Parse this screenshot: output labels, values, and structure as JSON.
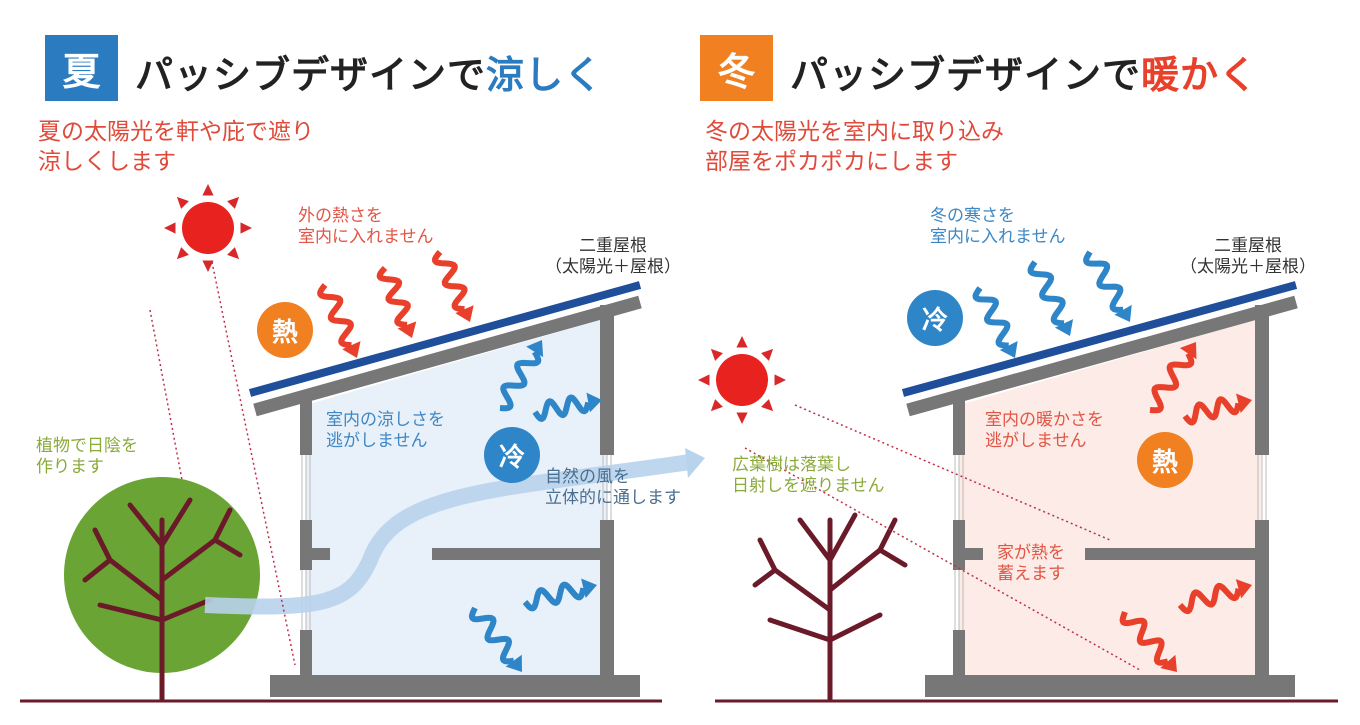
{
  "colors": {
    "summer": "#2b7bc0",
    "winter": "#f08020",
    "heat": "#e8402a",
    "cool": "#2e86c8",
    "roof": "#1f4e9a",
    "wall": "#777777",
    "ground": "#6b1a2a",
    "tree": "#6aa434"
  },
  "summer": {
    "badge": "夏",
    "title_main": "パッシブデザインで",
    "title_accent": "涼しく",
    "subtitle": [
      "夏の太陽光を軒や庇で遮り",
      "涼しくします"
    ],
    "label_outside_heat": [
      "外の熱さを",
      "室内に入れません"
    ],
    "label_roof": [
      "二重屋根",
      "（太陽光＋屋根）"
    ],
    "label_inside": [
      "室内の涼しさを",
      "逃がしません"
    ],
    "label_plant": [
      "植物で日陰を",
      "作ります"
    ],
    "label_wind": [
      "自然の風を",
      "立体的に通します"
    ],
    "heat_circle": "熱",
    "cool_circle": "冷"
  },
  "winter": {
    "badge": "冬",
    "title_main": "パッシブデザインで",
    "title_accent": "暖かく",
    "subtitle": [
      "冬の太陽光を室内に取り込み",
      "部屋をポカポカにします"
    ],
    "label_outside_cold": [
      "冬の寒さを",
      "室内に入れません"
    ],
    "label_roof": [
      "二重屋根",
      "（太陽光＋屋根）"
    ],
    "label_inside": [
      "室内の暖かさを",
      "逃がしません"
    ],
    "label_tree": [
      "広葉樹は落葉し",
      "日射しを遮りません"
    ],
    "label_storage": [
      "家が熱を",
      "蓄えます"
    ],
    "heat_circle": "熱",
    "cool_circle": "冷"
  }
}
